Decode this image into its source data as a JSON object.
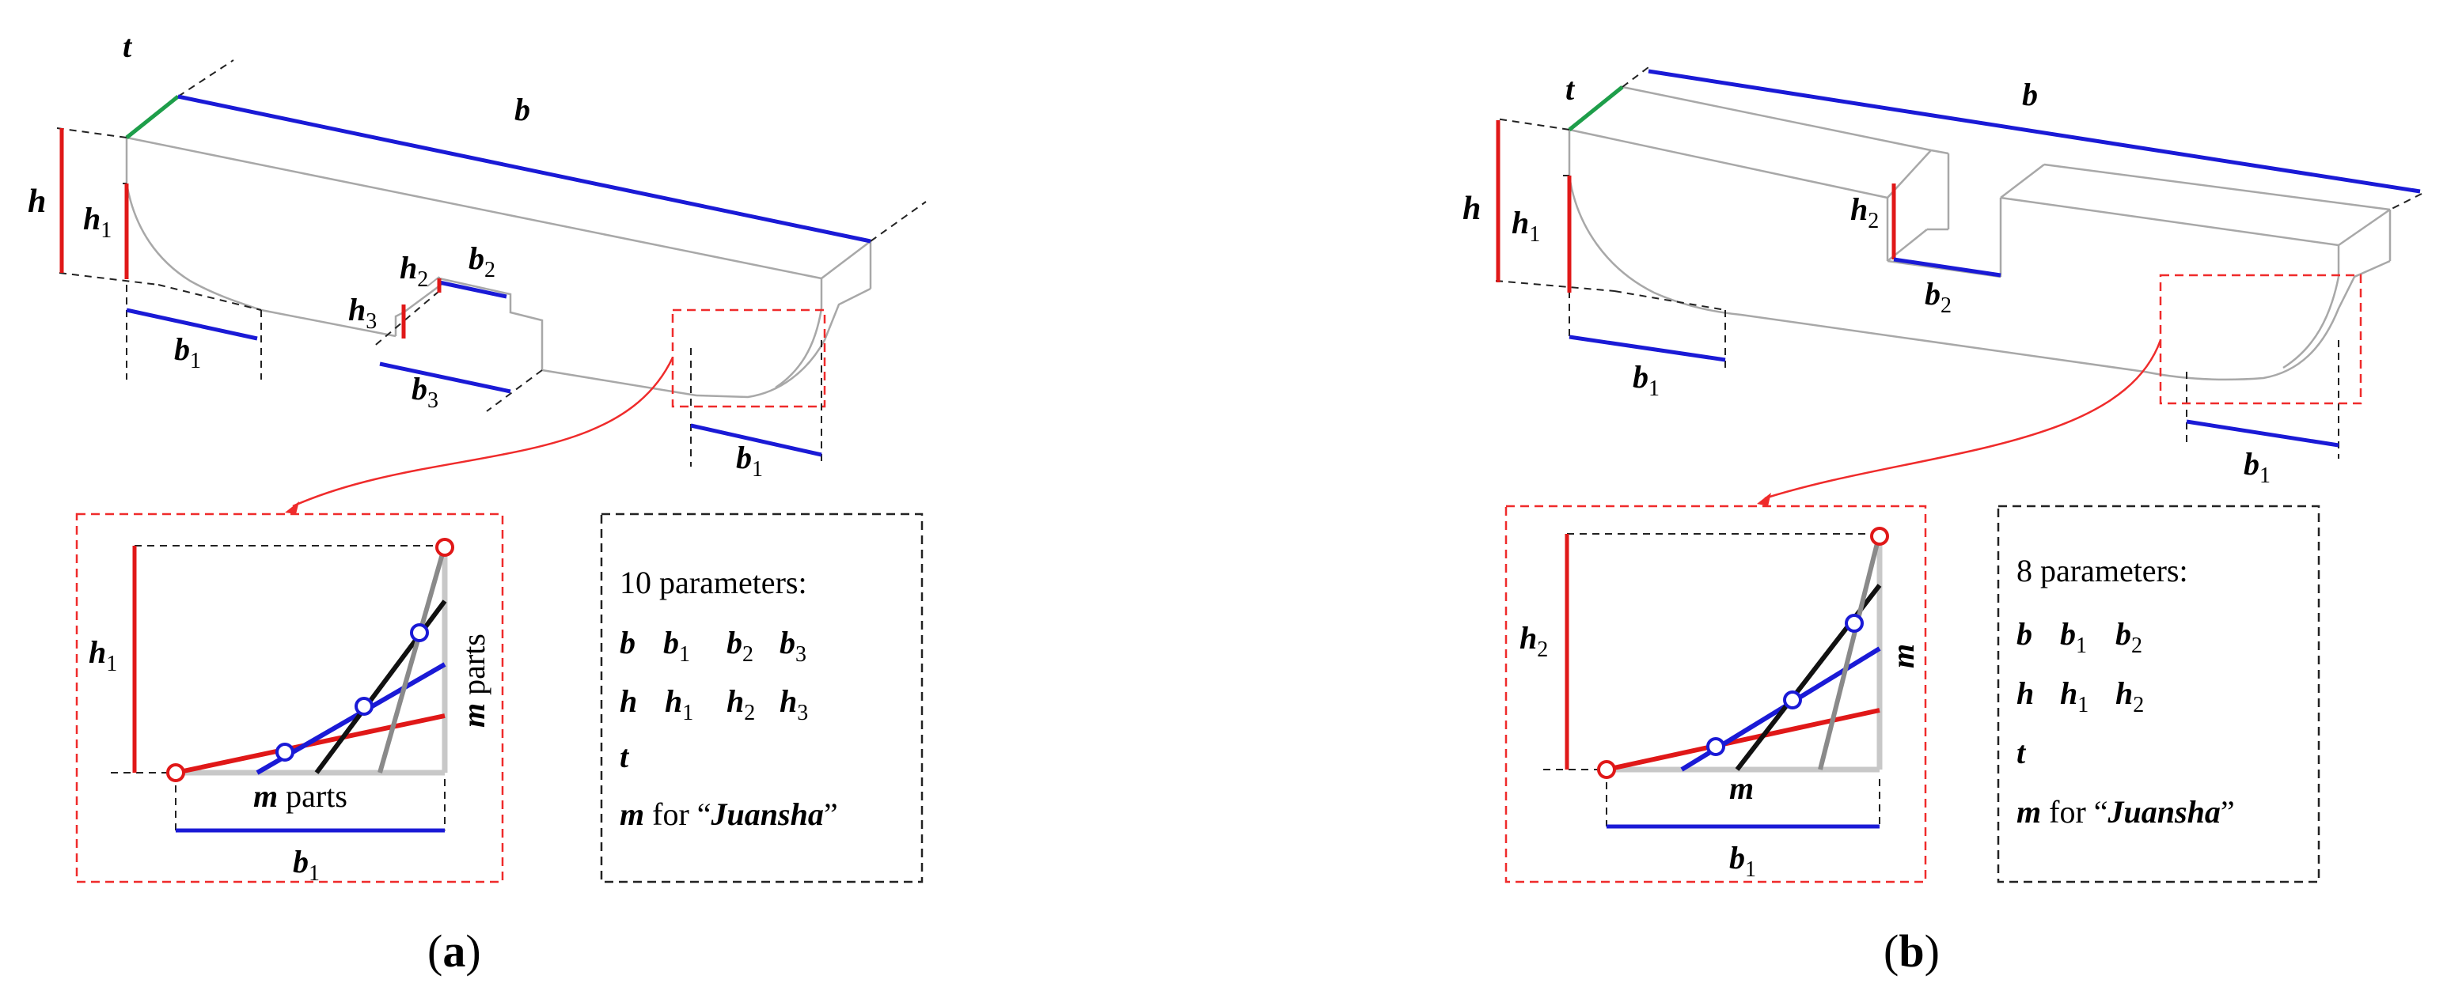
{
  "colors": {
    "dimension_blue": "#1a1ad6",
    "height_red": "#e01818",
    "thickness_green": "#1e9e4a",
    "hull_gray": "#a8a8a8",
    "callout_red_dashed": "#ef2b2b",
    "box_black_dashed": "#222222"
  },
  "panel_a": {
    "labels": {
      "t": "t",
      "b": "b",
      "h": "h",
      "h1": "h",
      "h1_sub": "1",
      "h2": "h",
      "h2_sub": "2",
      "h3": "h",
      "h3_sub": "3",
      "b1_left": "b",
      "b1_left_sub": "1",
      "b2": "b",
      "b2_sub": "2",
      "b3": "b",
      "b3_sub": "3",
      "b1_right": "b",
      "b1_right_sub": "1"
    },
    "inset": {
      "h_label": "h",
      "h_sub": "1",
      "b_label": "b",
      "b_sub": "1",
      "m_bottom": "m",
      "m_bottom_text": " parts",
      "m_side": "m",
      "m_side_text": " parts"
    },
    "params": {
      "title": "10 parameters:",
      "row_b": [
        {
          "sym": "b",
          "sub": ""
        },
        {
          "sym": "b",
          "sub": "1"
        },
        {
          "sym": "b",
          "sub": "2"
        },
        {
          "sym": "b",
          "sub": "3"
        }
      ],
      "row_h": [
        {
          "sym": "h",
          "sub": ""
        },
        {
          "sym": "h",
          "sub": "1"
        },
        {
          "sym": "h",
          "sub": "2"
        },
        {
          "sym": "h",
          "sub": "3"
        }
      ],
      "row_t": "t",
      "m_line_sym": "m",
      "m_line_pre": " for “",
      "m_line_name": "Juansha",
      "m_line_post": "”"
    },
    "caption_open": "(",
    "caption_letter": "a",
    "caption_close": ")"
  },
  "panel_b": {
    "labels": {
      "t": "t",
      "b": "b",
      "h": "h",
      "h1": "h",
      "h1_sub": "1",
      "h2": "h",
      "h2_sub": "2",
      "b2": "b",
      "b2_sub": "2",
      "b1_left": "b",
      "b1_left_sub": "1",
      "b1_right": "b",
      "b1_right_sub": "1"
    },
    "inset": {
      "h_label": "h",
      "h_sub": "2",
      "b_label": "b",
      "b_sub": "1",
      "m_bottom": "m",
      "m_side": "m"
    },
    "params": {
      "title": "8 parameters:",
      "row_b": [
        {
          "sym": "b",
          "sub": ""
        },
        {
          "sym": "b",
          "sub": "1"
        },
        {
          "sym": "b",
          "sub": "2"
        }
      ],
      "row_h": [
        {
          "sym": "h",
          "sub": ""
        },
        {
          "sym": "h",
          "sub": "1"
        },
        {
          "sym": "h",
          "sub": "2"
        }
      ],
      "row_t": "t",
      "m_line_sym": "m",
      "m_line_pre": " for “",
      "m_line_name": "Juansha",
      "m_line_post": "”"
    },
    "caption_open": "(",
    "caption_letter": "b",
    "caption_close": ")"
  }
}
